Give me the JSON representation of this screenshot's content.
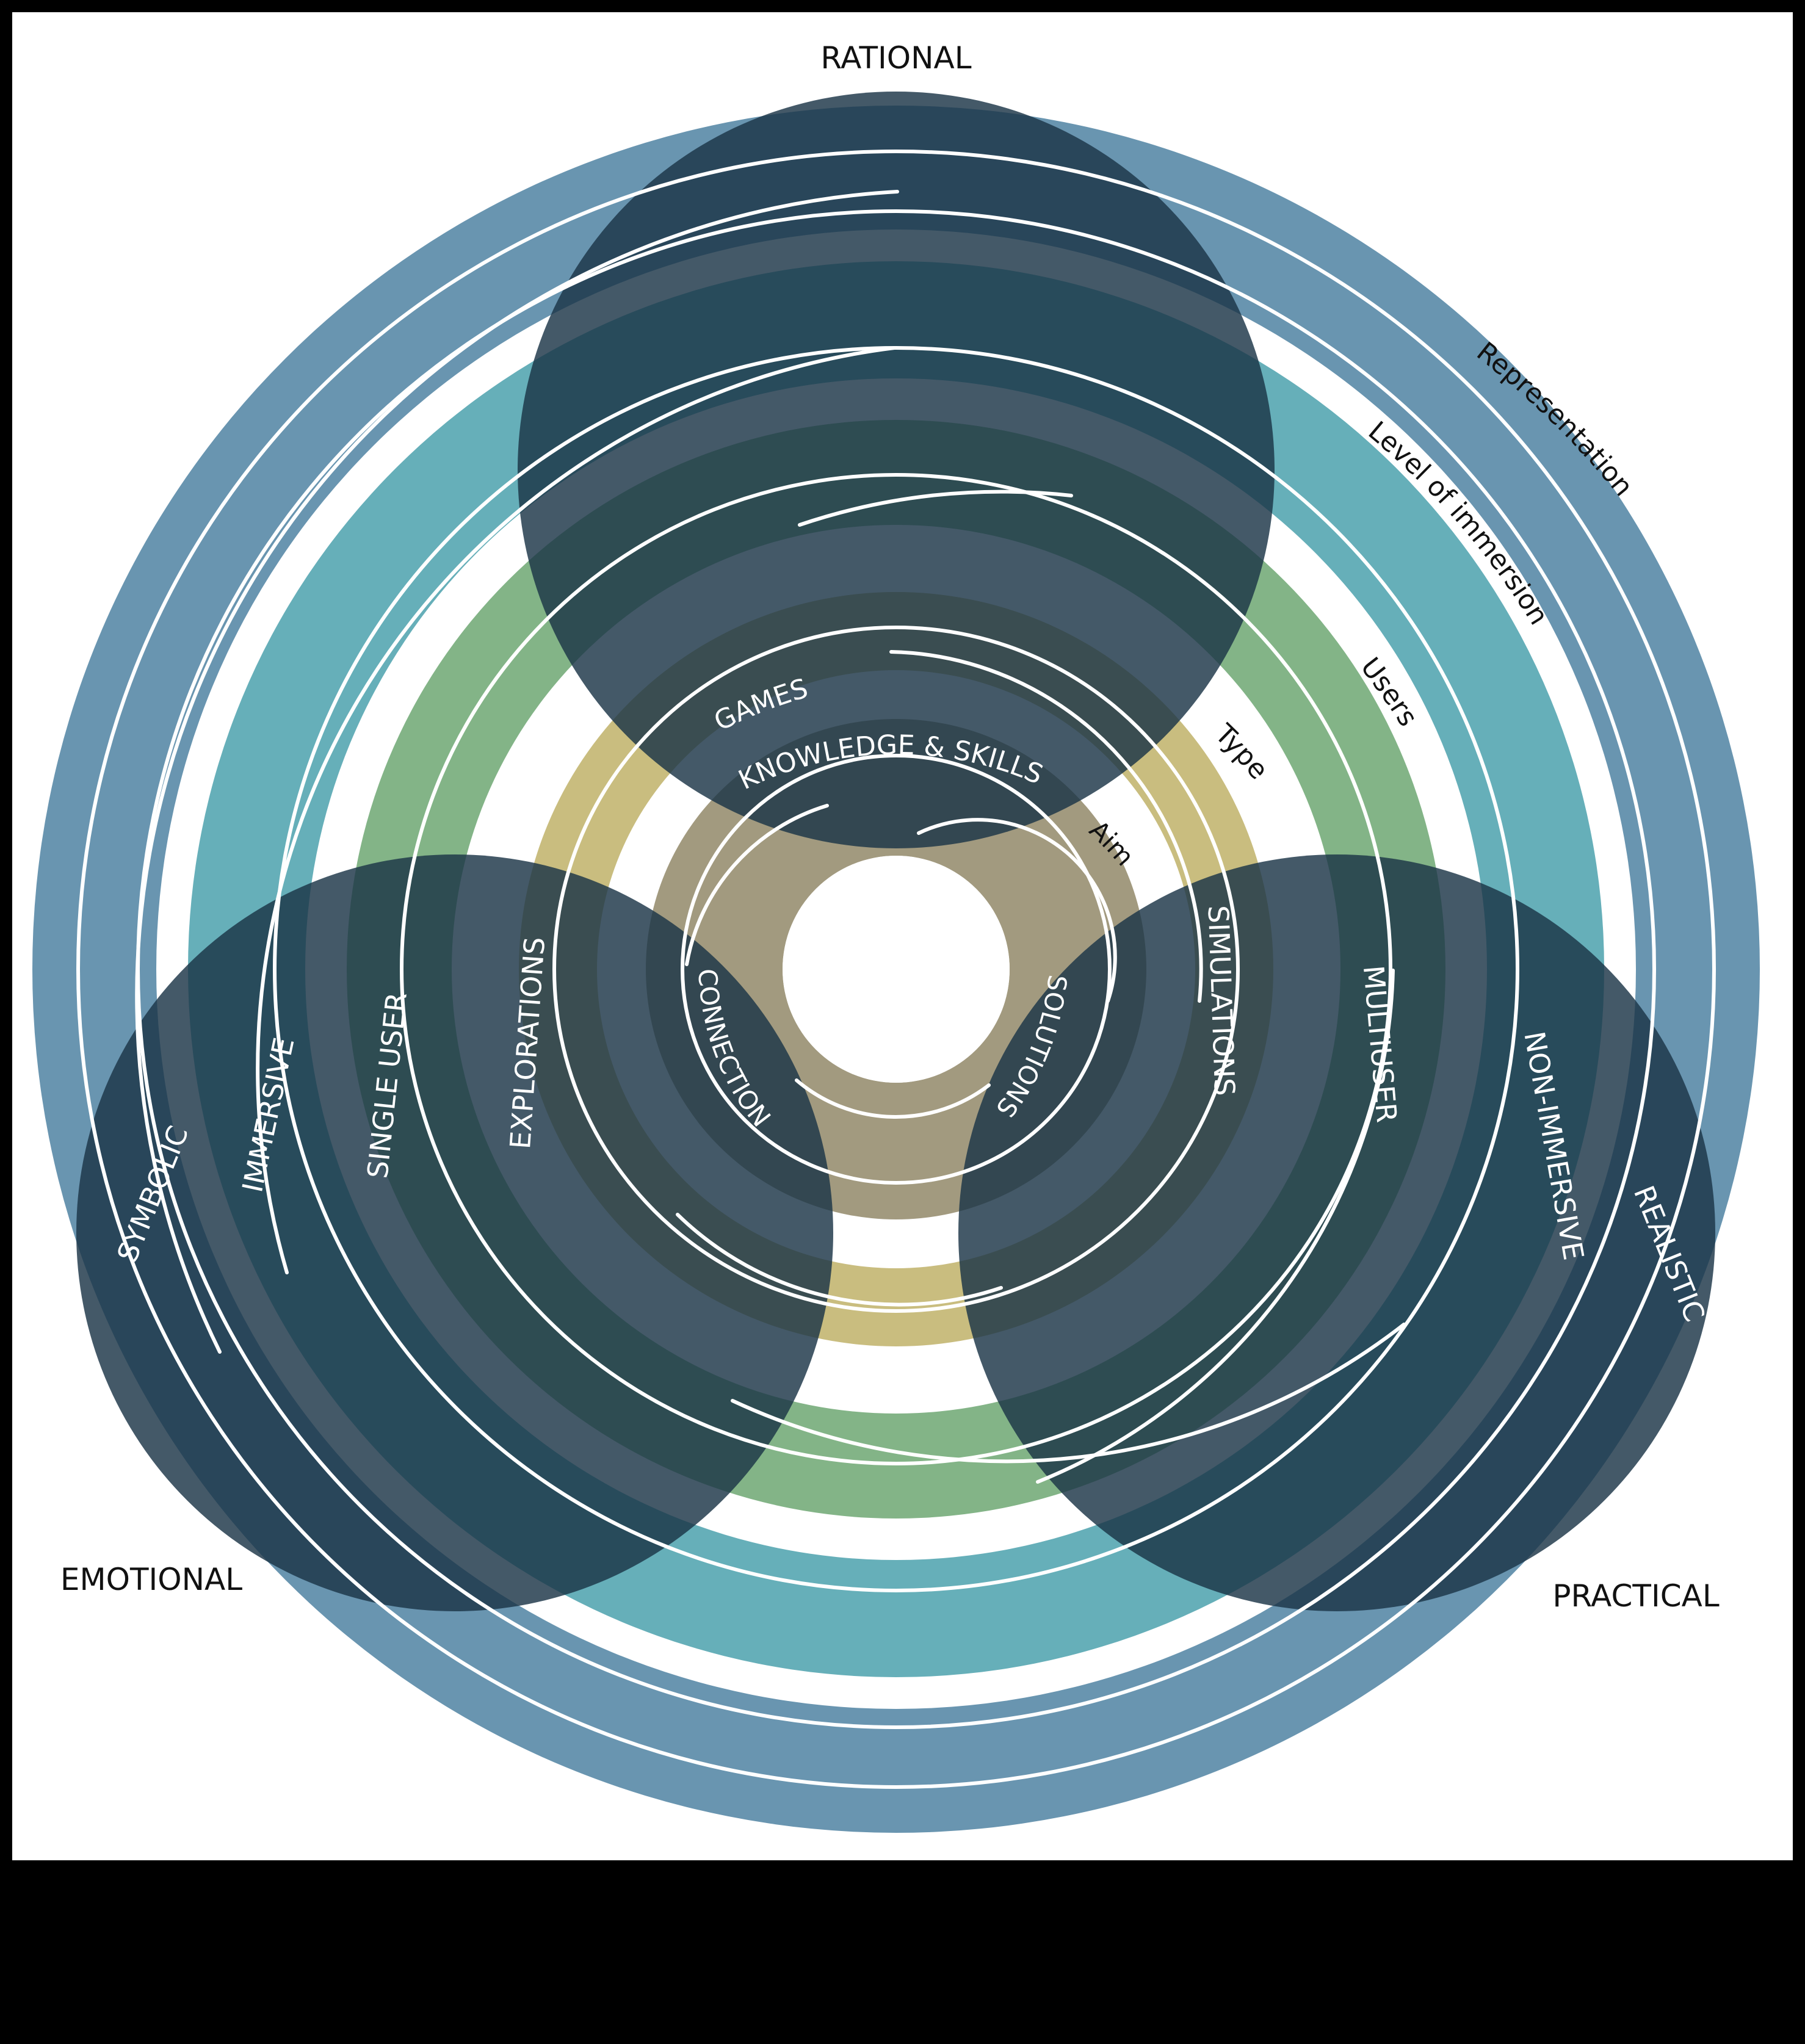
{
  "colors": {
    "background_frame": "#000000",
    "panel": "#ffffff",
    "representation": "#6995b0",
    "immersion": "#66afb9",
    "users": "#83b487",
    "type": "#c9bd7f",
    "aim": "#a29a7f",
    "overlap_rational": "#163f5f",
    "overlap_band_dark": "#2f3039",
    "overlap_teal": "#145f6a",
    "overlap_green": "#2d6239",
    "overlap_type": "#736633",
    "overlap_aim": "#4c4433",
    "overlay_circle": "#2f3039",
    "line": "#ffffff",
    "label_dark": "#111111",
    "label_light": "#ffffff"
  },
  "corner_labels": {
    "rational": "RATIONAL",
    "emotional": "EMOTIONAL",
    "practical": "PRACTICAL"
  },
  "ring_titles": {
    "representation": "Representation",
    "immersion": "Level of immersion",
    "users": "Users",
    "type": "Type",
    "aim": "Aim"
  },
  "ring_items": {
    "symbolic": "SYMBOLIC",
    "realistic": "REALISTIC",
    "immersive": "IMMERSIVE",
    "non_immersive": "NON-IMMERSIVE",
    "single_user": "SINGLE USER",
    "multiuser": "MULTIUSER",
    "games": "GAMES",
    "explorations": "EXPLORATIONS",
    "simulations": "SIMULATIONS",
    "knowledge_skills": "KNOWLEDGE & SKILLS",
    "connection": "CONNECTION",
    "solutions": "SOLUTIONS"
  }
}
